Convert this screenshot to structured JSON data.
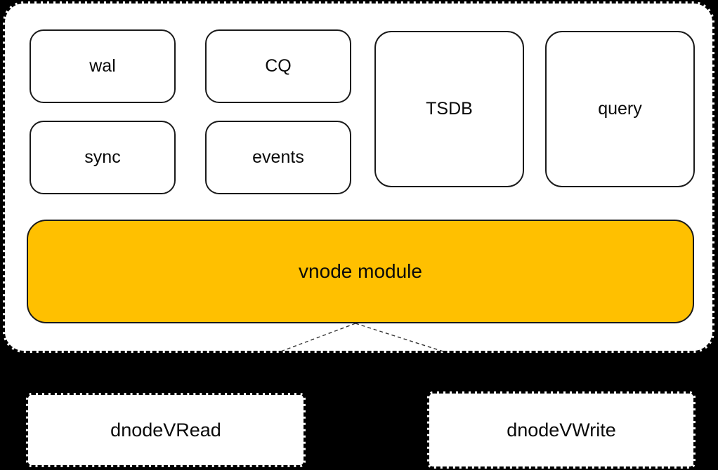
{
  "diagram": {
    "type": "architecture-diagram",
    "container": {
      "modules": [
        {
          "id": "wal",
          "label": "wal"
        },
        {
          "id": "cq",
          "label": "CQ"
        },
        {
          "id": "sync",
          "label": "sync"
        },
        {
          "id": "events",
          "label": "events"
        },
        {
          "id": "tsdb",
          "label": "TSDB"
        },
        {
          "id": "query",
          "label": "query"
        }
      ],
      "vnode_module": {
        "label": "vnode module"
      }
    },
    "dnodes": [
      {
        "id": "dnode-v-read",
        "label": "dnodeVRead"
      },
      {
        "id": "dnode-v-write",
        "label": "dnodeVWrite"
      }
    ],
    "colors": {
      "background": "#000000",
      "box_fill": "#FFFFFF",
      "border": "#000000",
      "accent": "#FFC000"
    }
  }
}
